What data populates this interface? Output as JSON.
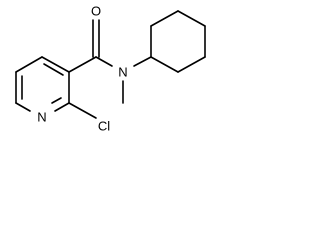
{
  "molecule": {
    "atoms": {
      "oxygen": "O",
      "amide_nitrogen": "N",
      "pyridine_nitrogen": "N",
      "chlorine": "Cl"
    }
  }
}
